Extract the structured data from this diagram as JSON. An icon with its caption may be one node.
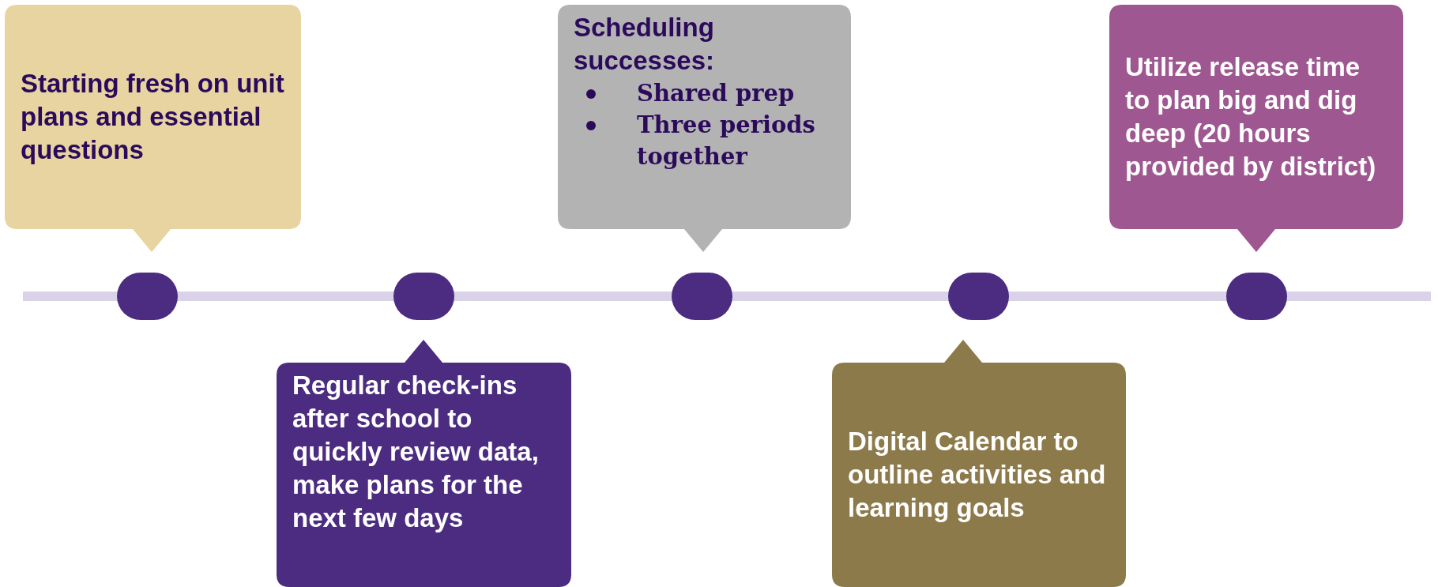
{
  "diagram": {
    "nodes": [
      {
        "text": [
          "Starting fresh on unit plans and essential questions"
        ]
      },
      {
        "text": [
          "Scheduling successes:",
          "Shared prep",
          "Three periods together"
        ]
      },
      {
        "text": [
          "Utilize release time to plan big and dig deep (20 hours provided by district)"
        ]
      },
      {
        "text": [],
        "shape": "circle"
      },
      {
        "text": [],
        "shape": "circle"
      },
      {
        "text": [],
        "shape": "circle"
      },
      {
        "text": [],
        "shape": "circle"
      },
      {
        "text": [],
        "shape": "circle"
      },
      {
        "text": [
          "Regular check-ins after school to quickly review data, make plans for the next few days"
        ]
      },
      {
        "text": [
          "Digital Calendar to outline activities and learning goals"
        ]
      }
    ]
  }
}
